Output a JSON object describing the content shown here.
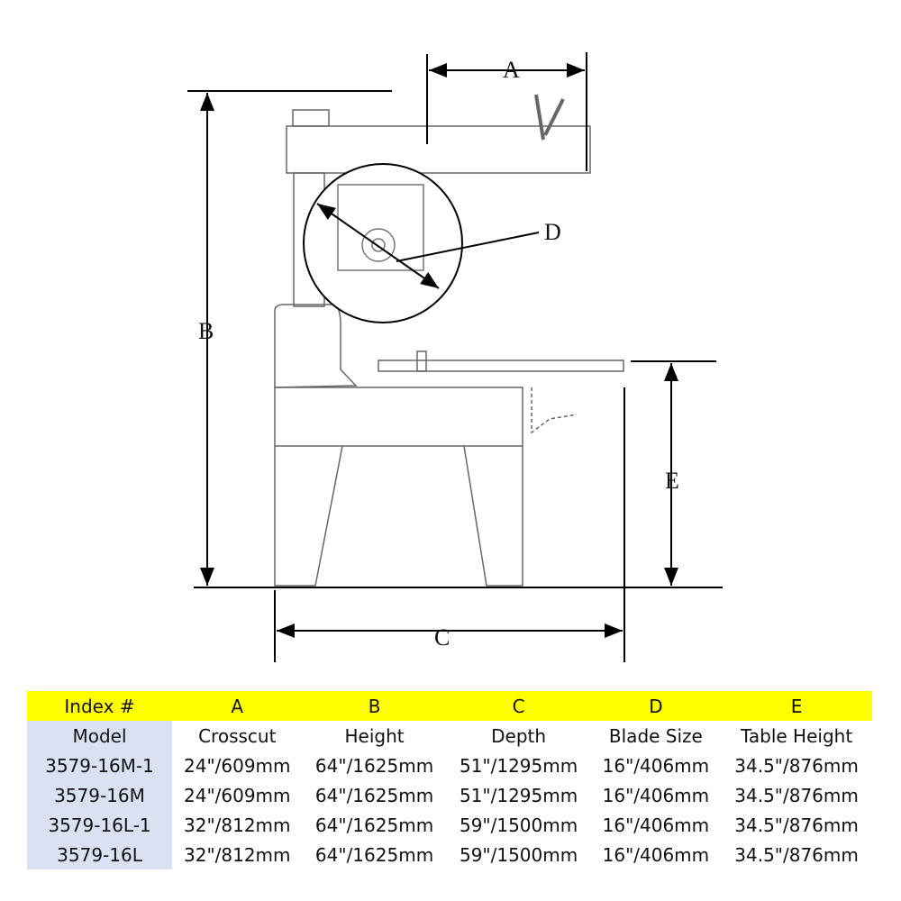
{
  "diagram": {
    "labels": {
      "A": "A",
      "B": "B",
      "C": "C",
      "D": "D",
      "E": "E"
    }
  },
  "table": {
    "header": [
      "Index #",
      "A",
      "B",
      "C",
      "D",
      "E"
    ],
    "subheader": [
      "Model",
      "Crosscut",
      "Height",
      "Depth",
      "Blade Size",
      "Table Height"
    ],
    "rows": [
      [
        "3579-16M-1",
        "24\"/609mm",
        "64\"/1625mm",
        "51\"/1295mm",
        "16\"/406mm",
        "34.5\"/876mm"
      ],
      [
        "3579-16M",
        "24\"/609mm",
        "64\"/1625mm",
        "51\"/1295mm",
        "16\"/406mm",
        "34.5\"/876mm"
      ],
      [
        "3579-16L-1",
        "32\"/812mm",
        "64\"/1625mm",
        "59\"/1500mm",
        "16\"/406mm",
        "34.5\"/876mm"
      ],
      [
        "3579-16L",
        "32\"/812mm",
        "64\"/1625mm",
        "59\"/1500mm",
        "16\"/406mm",
        "34.5\"/876mm"
      ]
    ],
    "colors": {
      "header_bg": "#ffff00",
      "model_col_bg": "#d9e1f2"
    }
  }
}
